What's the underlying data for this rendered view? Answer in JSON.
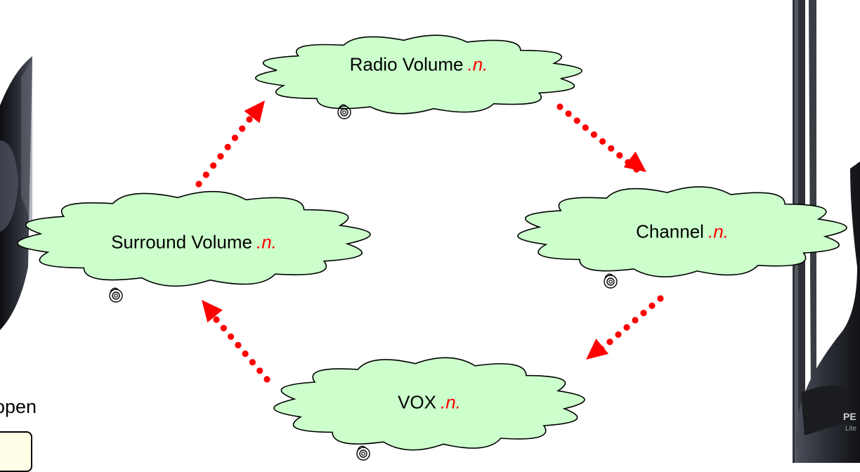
{
  "nodes": [
    {
      "id": "radio-volume",
      "label": "Radio Volume",
      "suffix": ".n."
    },
    {
      "id": "channel",
      "label": "Channel",
      "suffix": ".n."
    },
    {
      "id": "vox",
      "label": "VOX",
      "suffix": ".n."
    },
    {
      "id": "surround-volume",
      "label": "Surround Volume",
      "suffix": ".n."
    }
  ],
  "edges": [
    {
      "from": "radio-volume",
      "to": "channel"
    },
    {
      "from": "channel",
      "to": "vox"
    },
    {
      "from": "vox",
      "to": "surround-volume"
    },
    {
      "from": "surround-volume",
      "to": "radio-volume"
    }
  ],
  "side_text": "open",
  "colors": {
    "cloud_fill": "#ccffcc",
    "cloud_stroke": "#000000",
    "arrow": "#ff0000",
    "suffix": "#ff0000",
    "headset_dark": "#1a1c22",
    "headset_mid": "#3a3d45",
    "note_box": "#ffffe8"
  },
  "icons": [
    "headset-left-image",
    "headset-right-image",
    "cloud-icon",
    "knob-icon",
    "dotted-arrow-icon"
  ]
}
